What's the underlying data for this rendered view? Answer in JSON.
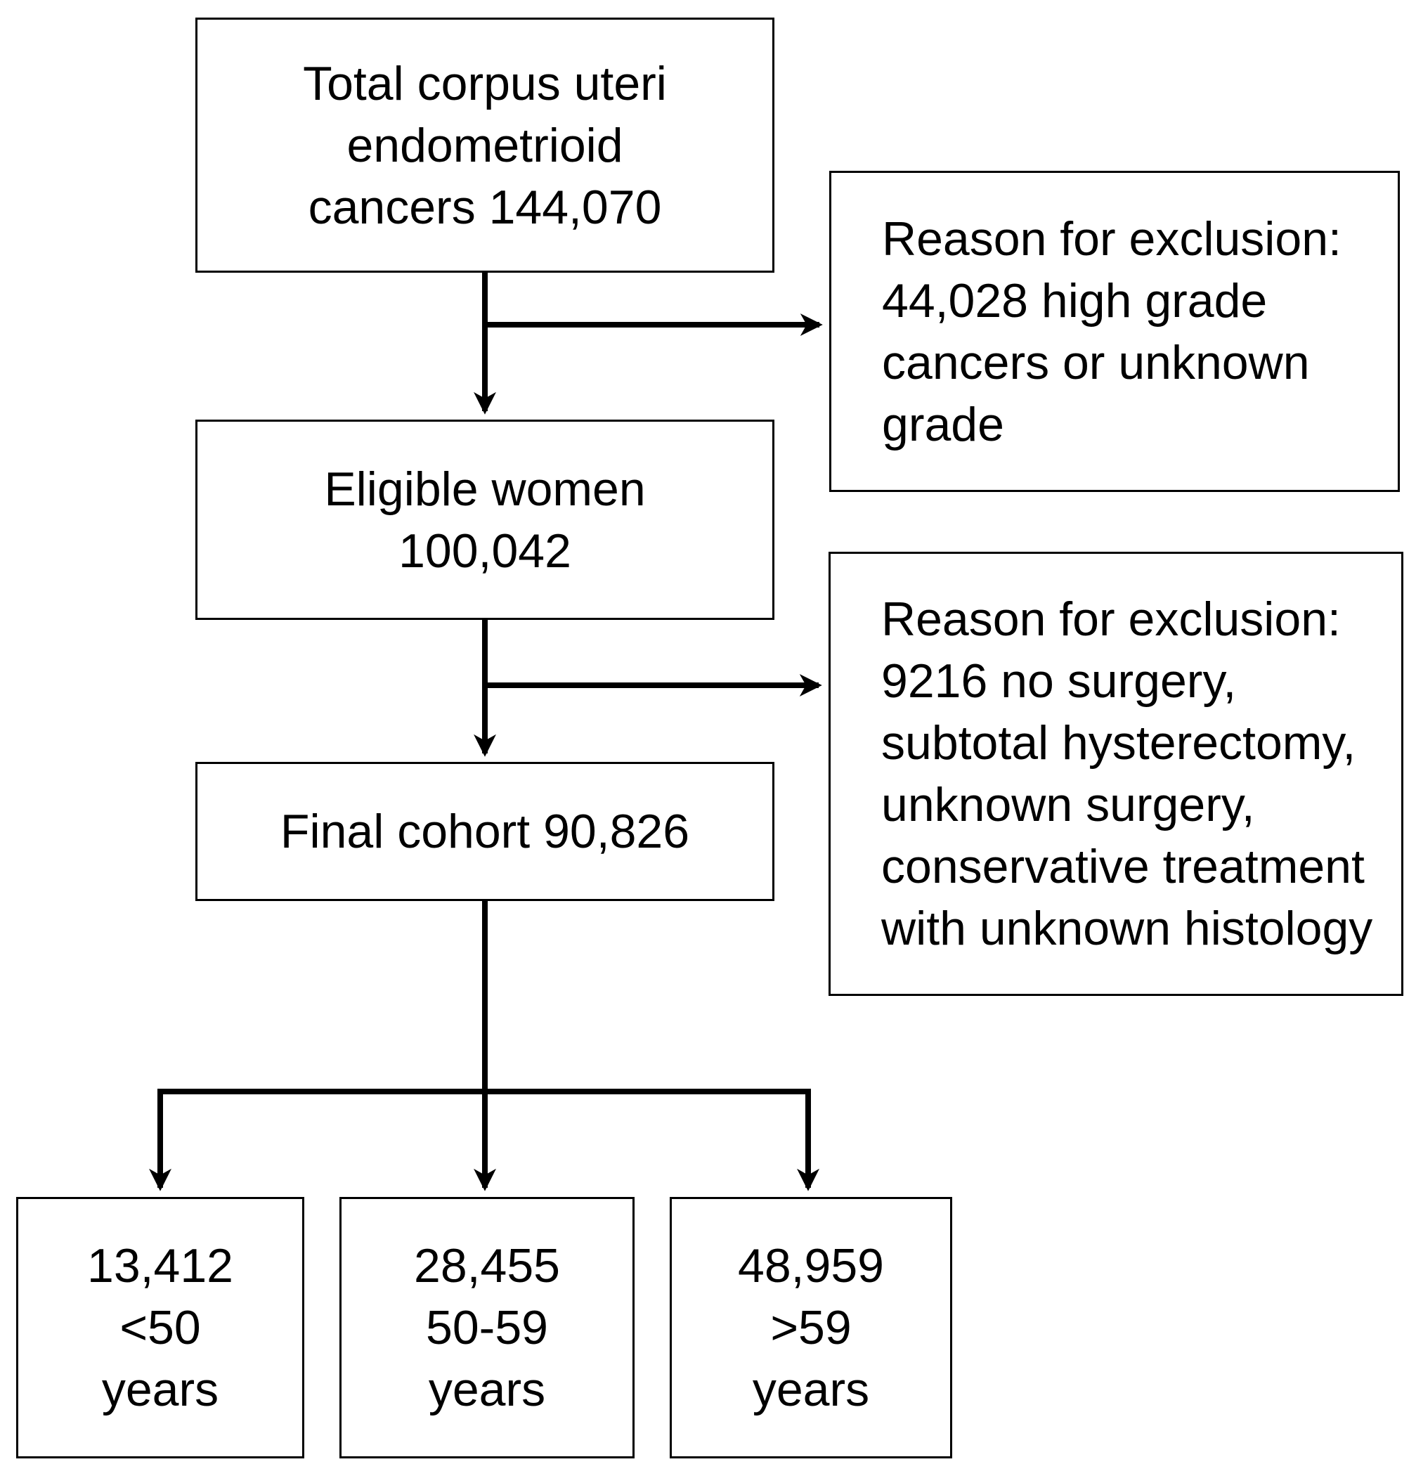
{
  "boxes": {
    "total": {
      "lines": [
        "Total corpus uteri",
        "endometrioid",
        "cancers 144,070"
      ]
    },
    "exclusion1": {
      "lines": [
        "Reason for exclusion:",
        "44,028 high grade",
        "cancers or unknown",
        "grade"
      ]
    },
    "eligible": {
      "lines": [
        "Eligible women",
        "100,042"
      ]
    },
    "exclusion2": {
      "lines": [
        "Reason for exclusion:",
        "9216 no surgery,",
        "subtotal hysterectomy,",
        "unknown surgery,",
        "conservative treatment",
        "with unknown histology"
      ]
    },
    "final": {
      "lines": [
        "Final cohort 90,826"
      ]
    },
    "age_under_50": {
      "lines": [
        "13,412",
        "<50",
        "years"
      ]
    },
    "age_50_59": {
      "lines": [
        "28,455",
        "50-59",
        "years"
      ]
    },
    "age_over_59": {
      "lines": [
        "48,959",
        ">59",
        "years"
      ]
    }
  },
  "colors": {
    "background": "#ffffff",
    "border": "#000000",
    "text": "#000000",
    "connector": "#000000"
  }
}
